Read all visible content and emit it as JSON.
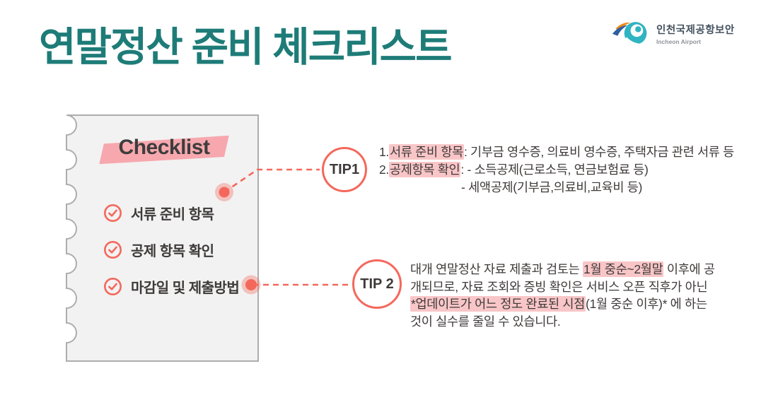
{
  "page": {
    "title": "연말정산 준비 체크리스트"
  },
  "logo": {
    "name": "인천국제공항보안",
    "subtitle": "Incheon Airport"
  },
  "checklist": {
    "heading": "Checklist",
    "items": [
      {
        "label": "서류 준비 항목"
      },
      {
        "label": "공제 항목 확인"
      },
      {
        "label": "마감일 및 제출방법"
      }
    ]
  },
  "tips": [
    {
      "badge": "TIP1",
      "lines": [
        {
          "segments": [
            {
              "text": "1."
            },
            {
              "text": "서류 준비 항목",
              "hl": true
            },
            {
              "text": ": 기부금 영수증, 의료비 영수증, 주택자금 관련 서류 등"
            }
          ]
        },
        {
          "segments": [
            {
              "text": "2."
            },
            {
              "text": "공제항목 확인",
              "hl": true
            },
            {
              "text": ": - 소득공제(근로소득, 연금보험료 등)"
            }
          ]
        },
        {
          "indent": true,
          "segments": [
            {
              "text": "- 세액공제(기부금,의료비,교육비 등)"
            }
          ]
        }
      ]
    },
    {
      "badge": "TIP 2",
      "lines": [
        {
          "segments": [
            {
              "text": "대개 연말정산 자료 제출과 검토는 "
            },
            {
              "text": "1월 중순~2월말",
              "hl": true
            },
            {
              "text": " 이후에 공"
            }
          ]
        },
        {
          "segments": [
            {
              "text": "개되므로, 자료 조회와 증빙 확인은 서비스 오픈 직후가 아닌"
            }
          ]
        },
        {
          "segments": [
            {
              "text": "*업데이트가 어느 정도 완료된 시점",
              "hl": true
            },
            {
              "text": "(1월 중순 이후)* 에 하는"
            }
          ]
        },
        {
          "segments": [
            {
              "text": "것이 실수를 줄일 수 있습니다."
            }
          ]
        }
      ]
    }
  ],
  "colors": {
    "title_teal": "#1e7c78",
    "accent_coral": "#f4685c",
    "highlight_pink": "#f9c6c8",
    "swash_pink": "#f7a8ae",
    "card_bg": "#f2f2f2",
    "card_border": "#adadad",
    "text_dark": "#3e3a39",
    "logo_teal": "#2fb4c1",
    "logo_orange": "#f08c1e",
    "logo_blue": "#2f5f9e",
    "logo_text": "#44525f"
  }
}
